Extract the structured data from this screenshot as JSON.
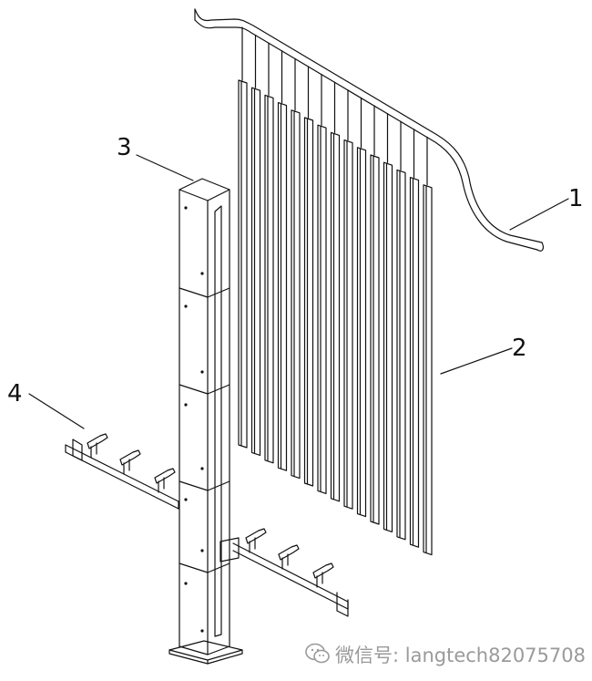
{
  "labels": {
    "l1": "1",
    "l2": "2",
    "l3": "3",
    "l4": "4"
  },
  "watermark": {
    "text": "微信号: langtech82075708"
  },
  "colors": {
    "line": "#111111",
    "watermark": "#9a9a9a"
  },
  "icons": {
    "watermark_logo": "wechat-icon"
  }
}
